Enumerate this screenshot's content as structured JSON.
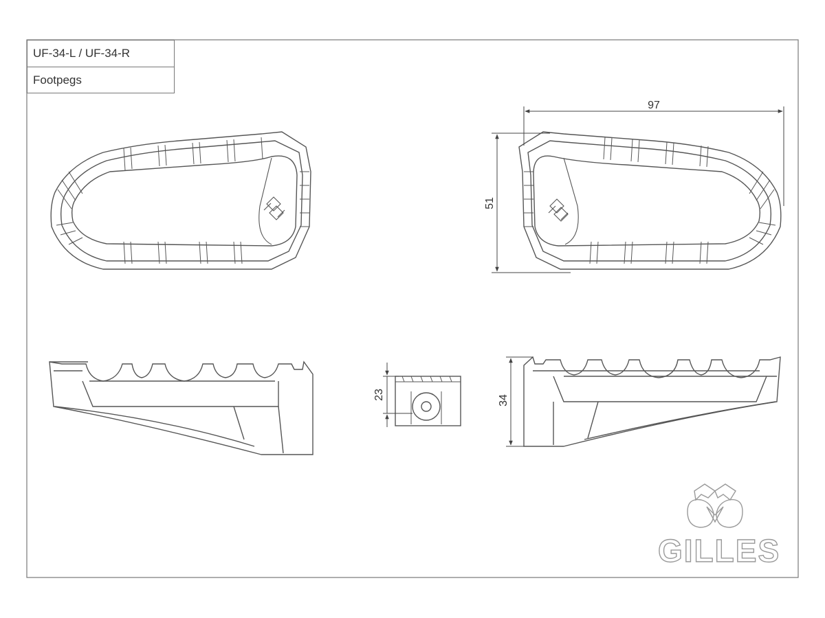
{
  "title_block": {
    "part_number": "UF-34-L / UF-34-R",
    "description": "Footpegs"
  },
  "dimensions": {
    "length": "97",
    "width": "51",
    "thickness": "23",
    "height": "34"
  },
  "brand": {
    "name": "GILLES"
  },
  "colors": {
    "line": "#555555",
    "light_line": "#999999",
    "background": "#ffffff"
  }
}
